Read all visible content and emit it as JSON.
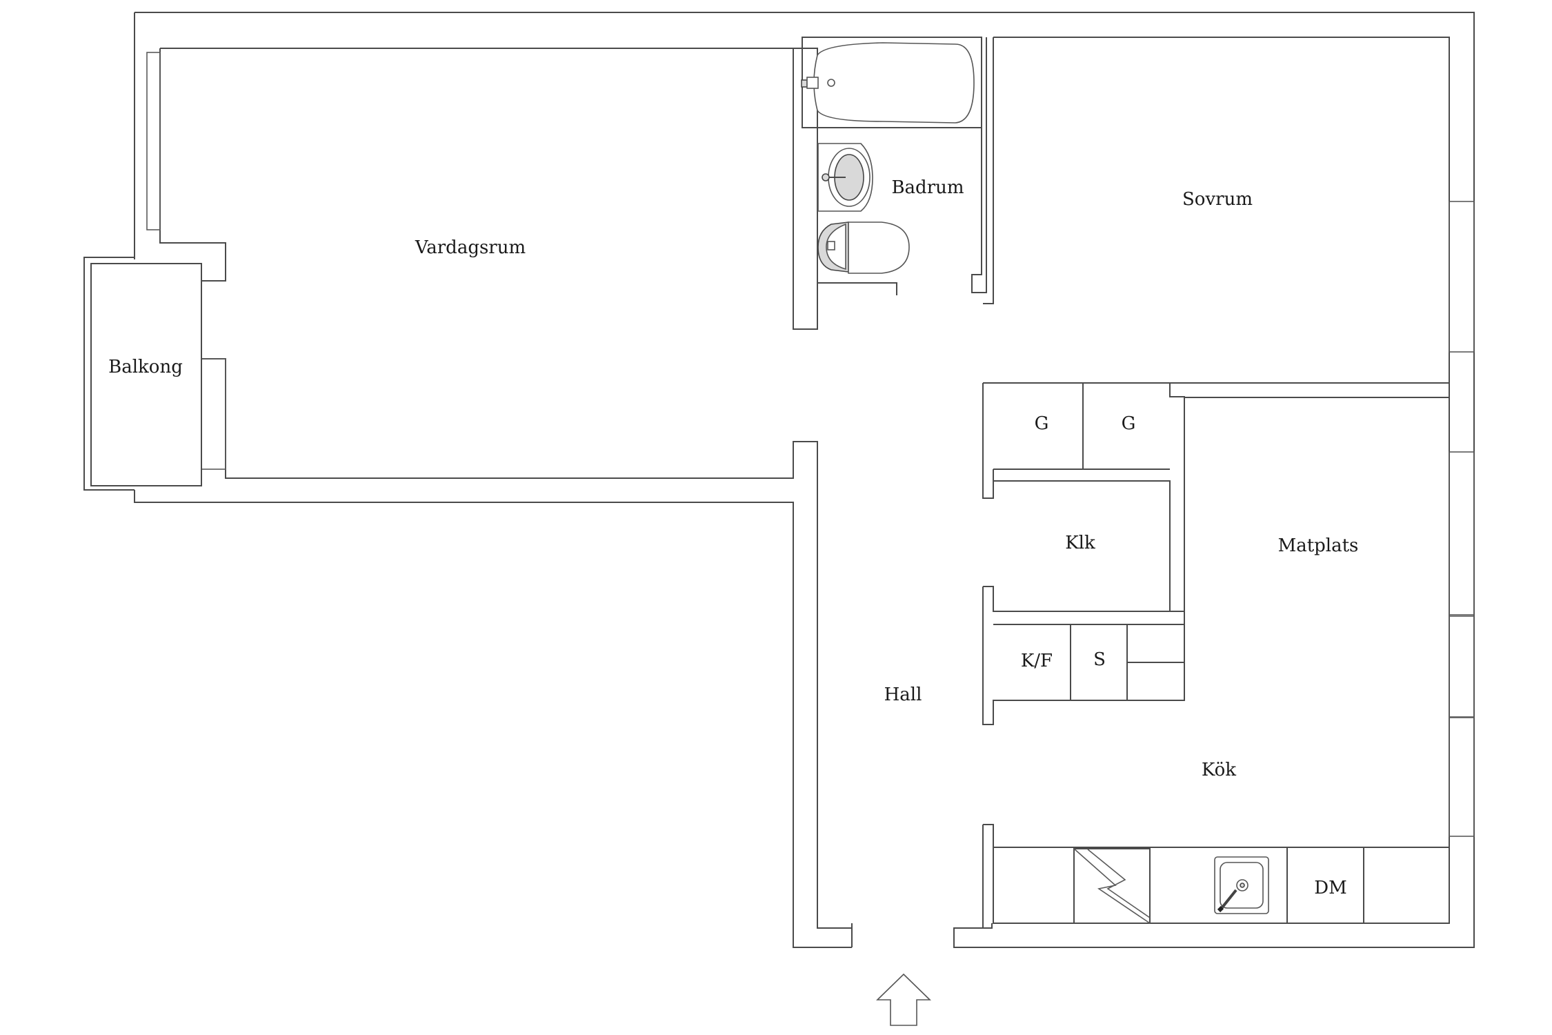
{
  "rooms": {
    "vardagsrum": "Vardagsrum",
    "balkong": "Balkong",
    "badrum": "Badrum",
    "sovrum": "Sovrum",
    "hall": "Hall",
    "klk": "Klk",
    "matplats": "Matplats",
    "kok": "Kök"
  },
  "cabinets": {
    "g1": "G",
    "g2": "G",
    "kf": "K/F",
    "s": "S",
    "dm": "DM"
  },
  "icons": {
    "entrance": "arrow-up-icon",
    "bathtub": "bathtub-icon",
    "washbasin": "washbasin-icon",
    "toilet": "toilet-icon",
    "stove": "stove-icon",
    "sink": "kitchen-sink-icon"
  },
  "colors": {
    "wall": "#4a4a4a",
    "background": "#ffffff"
  }
}
